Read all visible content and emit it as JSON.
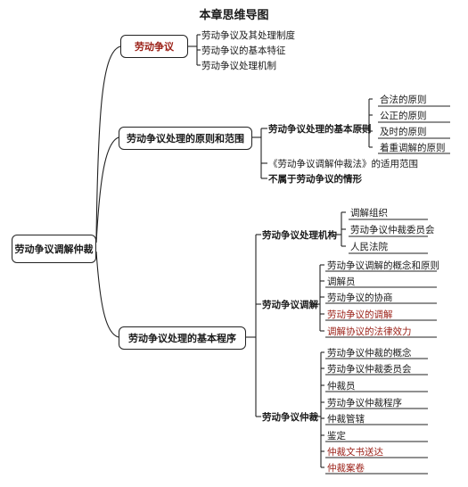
{
  "title": "本章思维导图",
  "root": "劳动争议调解仲裁",
  "branch1": {
    "label": "劳动争议",
    "items": [
      "劳动争议及其处理制度",
      "劳动争议的基本特征",
      "劳动争议处理机制"
    ]
  },
  "branch2": {
    "label": "劳动争议处理的原则和范围",
    "principles": {
      "label": "劳动争议处理的基本原则",
      "items": [
        "合法的原则",
        "公正的原则",
        "及时的原则",
        "着重调解的原则"
      ]
    },
    "scope": "《劳动争议调解仲裁法》的适用范围",
    "excluded": "不属于劳动争议的情形"
  },
  "branch3": {
    "label": "劳动争议处理的基本程序",
    "org": {
      "label": "劳动争议处理机构",
      "items": [
        "调解组织",
        "劳动争议仲裁委员会",
        "人民法院"
      ]
    },
    "mediation": {
      "label": "劳动争议调解",
      "items": [
        "劳动争议调解的概念和原则",
        "调解员",
        "劳动争议的协商",
        "劳动争议的调解",
        "调解协议的法律效力"
      ]
    },
    "arbitration": {
      "label": "劳动争议仲裁",
      "items": [
        "劳动争议仲裁的概念",
        "劳动争议仲裁委员会",
        "仲裁员",
        "劳动争议仲裁程序",
        "仲裁管辖",
        "鉴定",
        "仲裁文书送达",
        "仲裁案卷"
      ]
    }
  }
}
